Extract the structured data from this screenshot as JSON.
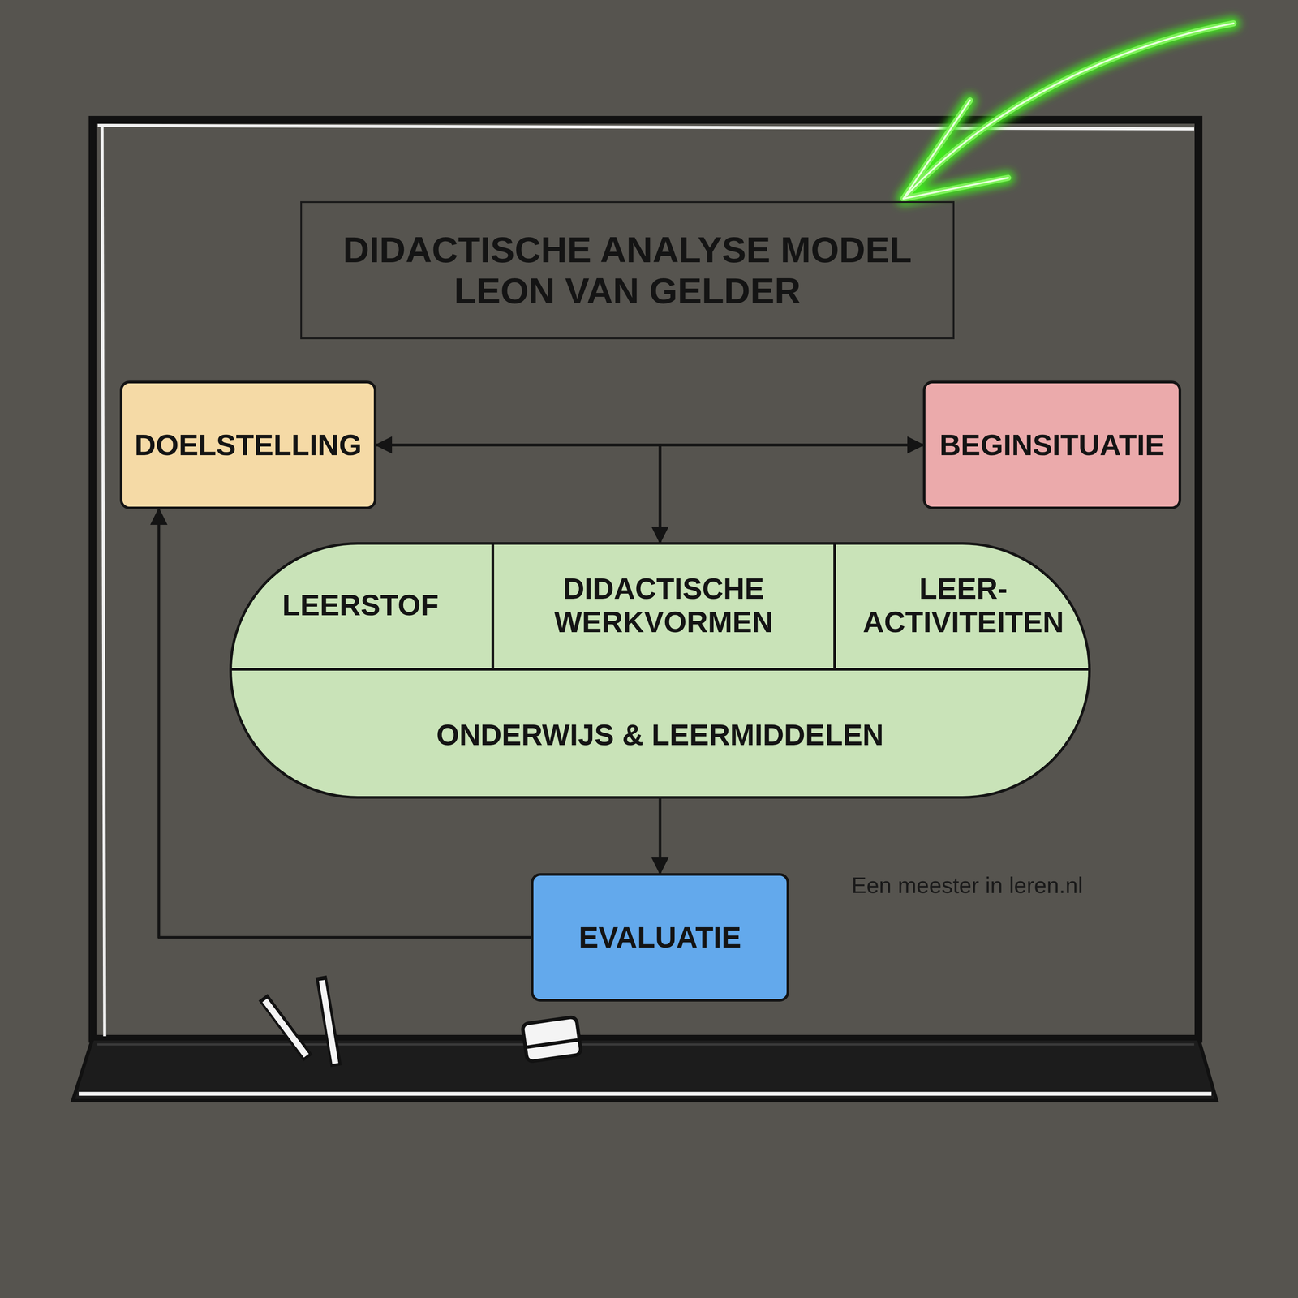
{
  "diagram": {
    "title": "DIDACTISCHE ANALYSE MODEL LEON VAN GELDER",
    "nodes": [
      {
        "text": [
          "DOELSTELLING"
        ]
      },
      {
        "text": [
          "BEGINSITUATIE"
        ]
      },
      {
        "text": [
          "ONDERWIJS & LEERMIDDELEN"
        ]
      },
      {
        "text": [
          "LEERSTOF"
        ],
        "in": 2
      },
      {
        "text": [
          "DIDACTISCHE WERKVORMEN"
        ],
        "in": 2
      },
      {
        "text": [
          "LEER- ACTIVITEITEN"
        ],
        "in": 2
      },
      {
        "text": [
          "EVALUATIE"
        ]
      }
    ],
    "edges": [
      {
        "from": 0,
        "to": 1,
        "arrow": "both"
      },
      {
        "from": 0,
        "to": 2,
        "arrow": "to"
      },
      {
        "from": 1,
        "to": 2,
        "arrow": "to"
      },
      {
        "from": 2,
        "to": 6,
        "arrow": "to"
      },
      {
        "from": 6,
        "to": 0,
        "arrow": "to"
      }
    ],
    "labels": [
      "Een meester in leren.nl"
    ]
  }
}
